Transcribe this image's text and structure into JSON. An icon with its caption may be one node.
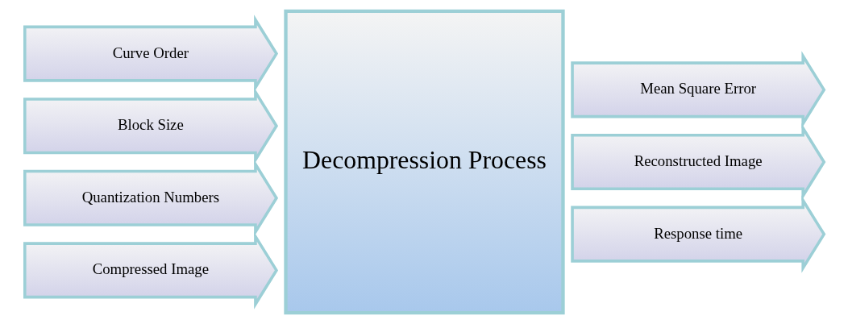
{
  "diagram": {
    "nodes": [
      {
        "text": [
          "Curve Order"
        ]
      },
      {
        "text": [
          "Block Size"
        ]
      },
      {
        "text": [
          "Quantization Numbers"
        ]
      },
      {
        "text": [
          "Compressed Image"
        ]
      },
      {
        "text": [
          "Decompression Process"
        ]
      },
      {
        "text": [
          "Mean Square Error"
        ]
      },
      {
        "text": [
          "Reconstructed Image"
        ]
      },
      {
        "text": [
          "Response time"
        ]
      }
    ],
    "edges": []
  }
}
